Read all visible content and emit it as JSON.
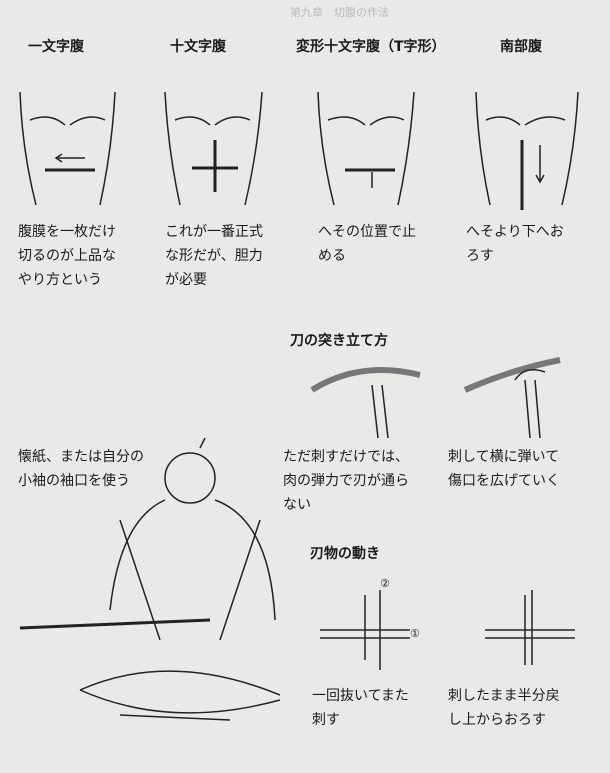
{
  "header_faint": "第九章　切腹の作法",
  "methods": [
    {
      "title": "一文字腹",
      "caption": "腹膜を一枚だけ\n切るのが上品な\nやり方という"
    },
    {
      "title": "十文字腹",
      "caption": "これが一番正式\nな形だが、胆力\nが必要"
    },
    {
      "title": "変形十文字腹（T字形）",
      "caption": "へその位置で止\nめる"
    },
    {
      "title": "南部腹",
      "caption": "へそより下へお\nろす"
    }
  ],
  "thrust": {
    "title": "刀の突き立て方",
    "captions": [
      "ただ刺すだけでは、\n肉の弾力で刃が通ら\nない",
      "刺して横に弾いて\n傷口を広げていく"
    ]
  },
  "paper_caption": "懐紙、または自分の\n小袖の袖口を使う",
  "motion": {
    "title": "刃物の動き",
    "captions": [
      "一回抜いてまた\n刺す",
      "刺したまま半分戻\nし上からおろす"
    ]
  },
  "markers": {
    "one": "①",
    "two": "②"
  }
}
